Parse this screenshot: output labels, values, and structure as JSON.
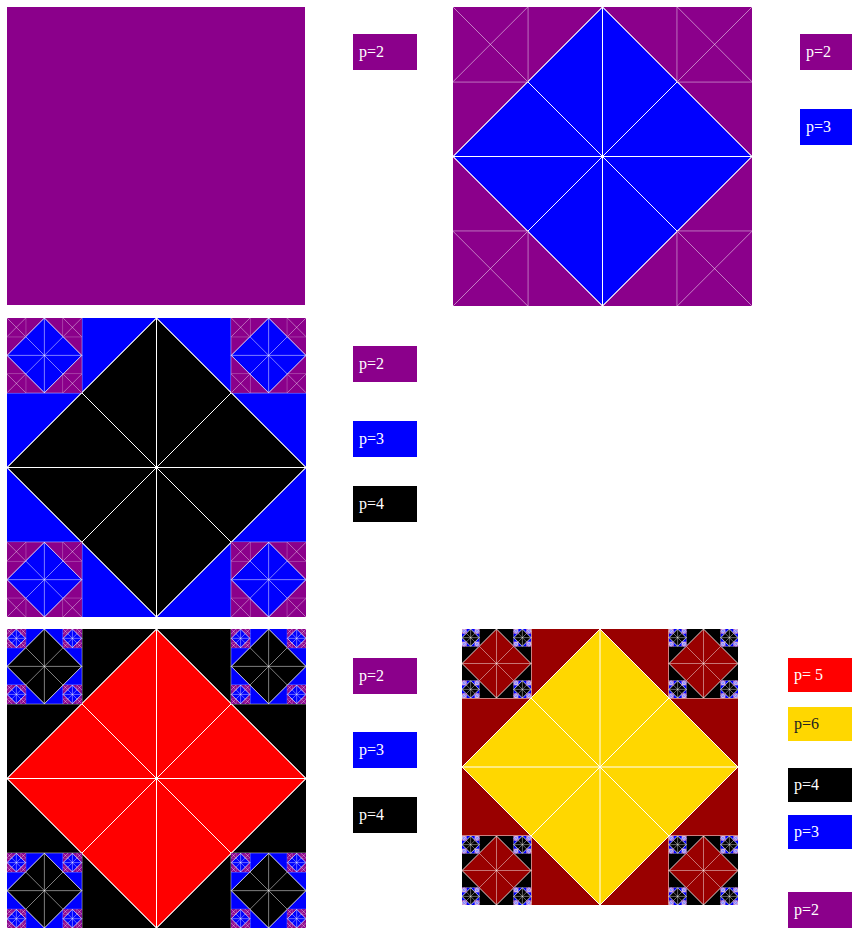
{
  "diagram": {
    "legend": [
      {
        "text": "p=2",
        "color": "#8b008b"
      },
      {
        "text": "p=2",
        "color": "#8b008b"
      },
      {
        "text": "p=3",
        "color": "#0000ff"
      },
      {
        "text": "p=2",
        "color": "#8b008b"
      },
      {
        "text": "p=3",
        "color": "#0000ff"
      },
      {
        "text": "p=4",
        "color": "#000000"
      },
      {
        "text": "p=2",
        "color": "#8b008b"
      },
      {
        "text": "p=3",
        "color": "#0000ff"
      },
      {
        "text": "p=4",
        "color": "#000000"
      },
      {
        "text": "p= 5",
        "color": "#ff0000"
      },
      {
        "text": "p=6",
        "color": "#ffd700"
      },
      {
        "text": "p=4",
        "color": "#000000"
      },
      {
        "text": "p=3",
        "color": "#0000ff"
      },
      {
        "text": "p=2",
        "color": "#8b008b"
      }
    ]
  }
}
